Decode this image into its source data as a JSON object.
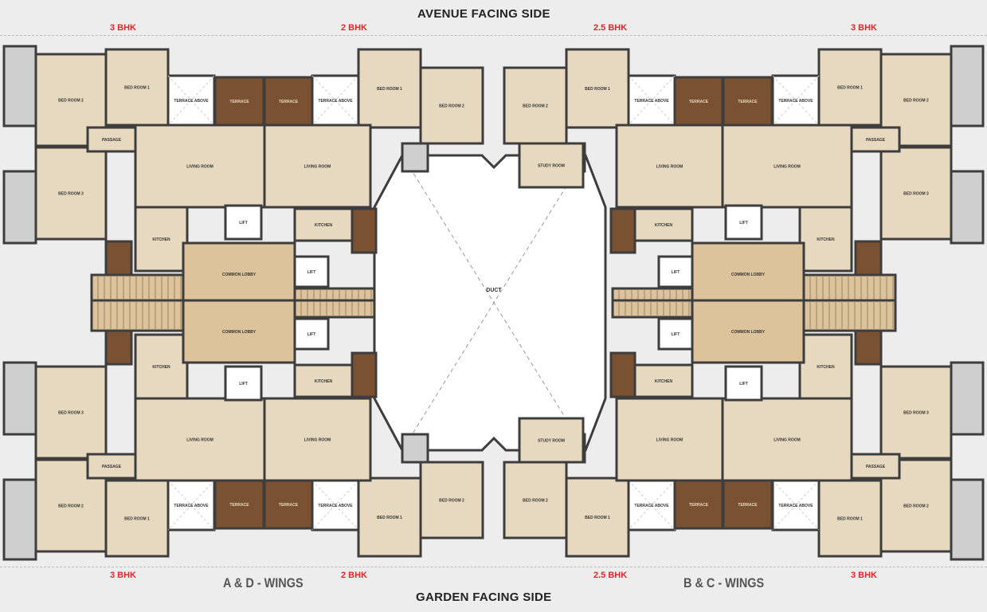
{
  "headings": {
    "top": "AVENUE FACING SIDE",
    "bottom": "GARDEN FACING SIDE"
  },
  "unit_types": {
    "top": [
      "3 BHK",
      "2 BHK",
      "2.5 BHK",
      "3 BHK"
    ],
    "bottom": [
      "3 BHK",
      "2 BHK",
      "2.5 BHK",
      "3 BHK"
    ]
  },
  "wings": {
    "left": "A & D - WINGS",
    "right": "B & C - WINGS"
  },
  "center_label": "DUCT",
  "room_labels": {
    "bed_room_1": "BED ROOM 1",
    "bed_room_2": "BED ROOM 2",
    "bed_room_3": "BED ROOM 3",
    "living_room": "LIVING ROOM",
    "kitchen": "KITCHEN",
    "lift": "LIFT",
    "passage": "PASSAGE",
    "terrace": "TERRACE",
    "terrace_above": "TERRACE ABOVE",
    "common_lobby": "COMMON LOBBY",
    "study_room": "STUDY ROOM",
    "duct": "DUCT"
  },
  "colors": {
    "floor": "#e6d9bf",
    "terrace_wood": "#7a5232",
    "wall": "#3d3d3d",
    "tile": "#cfcfcf",
    "lobby": "#dcc39c",
    "accent_red": "#e0262a"
  }
}
